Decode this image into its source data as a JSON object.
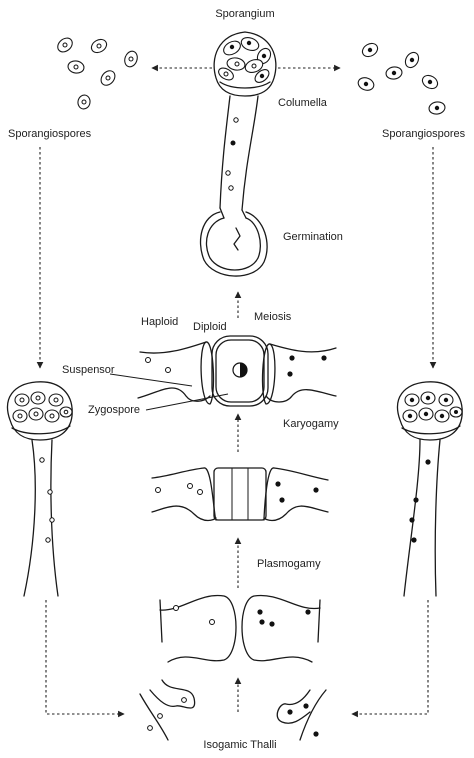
{
  "labels": {
    "sporangium": "Sporangium",
    "columella": "Columella",
    "sporangiospores_left": "Sporangiospores",
    "sporangiospores_right": "Sporangiospores",
    "germination": "Germination",
    "haploid": "Haploid",
    "diploid": "Diploid",
    "meiosis": "Meiosis",
    "suspensor": "Suspensor",
    "zygospore": "Zygospore",
    "karyogamy": "Karyogamy",
    "plasmogamy": "Plasmogamy",
    "isogamic_thalli": "Isogamic Thalli"
  },
  "colors": {
    "line": "#1a1a1a",
    "background": "#ffffff"
  }
}
